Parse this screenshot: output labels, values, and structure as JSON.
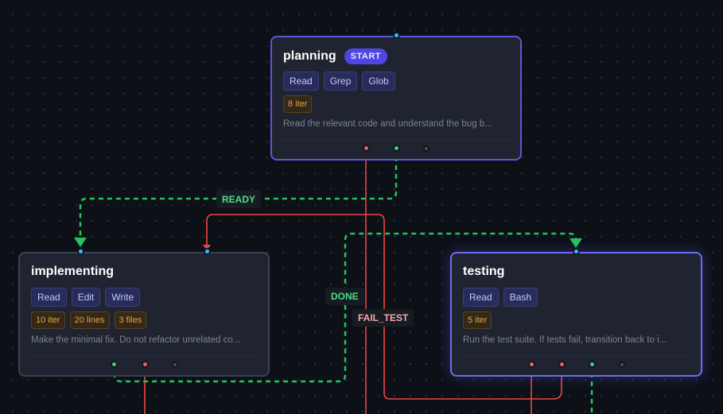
{
  "nodes": {
    "planning": {
      "title": "planning",
      "badge": "START",
      "tools": [
        "Read",
        "Grep",
        "Glob"
      ],
      "limits": [
        "8 iter"
      ],
      "description": "Read the relevant code and understand the bug b..."
    },
    "implementing": {
      "title": "implementing",
      "tools": [
        "Read",
        "Edit",
        "Write"
      ],
      "limits": [
        "10 iter",
        "20 lines",
        "3 files"
      ],
      "description": "Make the minimal fix. Do not refactor unrelated co..."
    },
    "testing": {
      "title": "testing",
      "tools": [
        "Read",
        "Bash"
      ],
      "limits": [
        "5 iter"
      ],
      "description": "Run the test suite. If tests fail, transition back to i..."
    }
  },
  "edges": {
    "ready": "READY",
    "done": "DONE",
    "fail_test": "FAIL_TEST"
  },
  "colors": {
    "edge_green": "#22c55e",
    "edge_red": "#ef4444",
    "accent": "#4f46e5",
    "port_blue": "#38bdf8"
  }
}
